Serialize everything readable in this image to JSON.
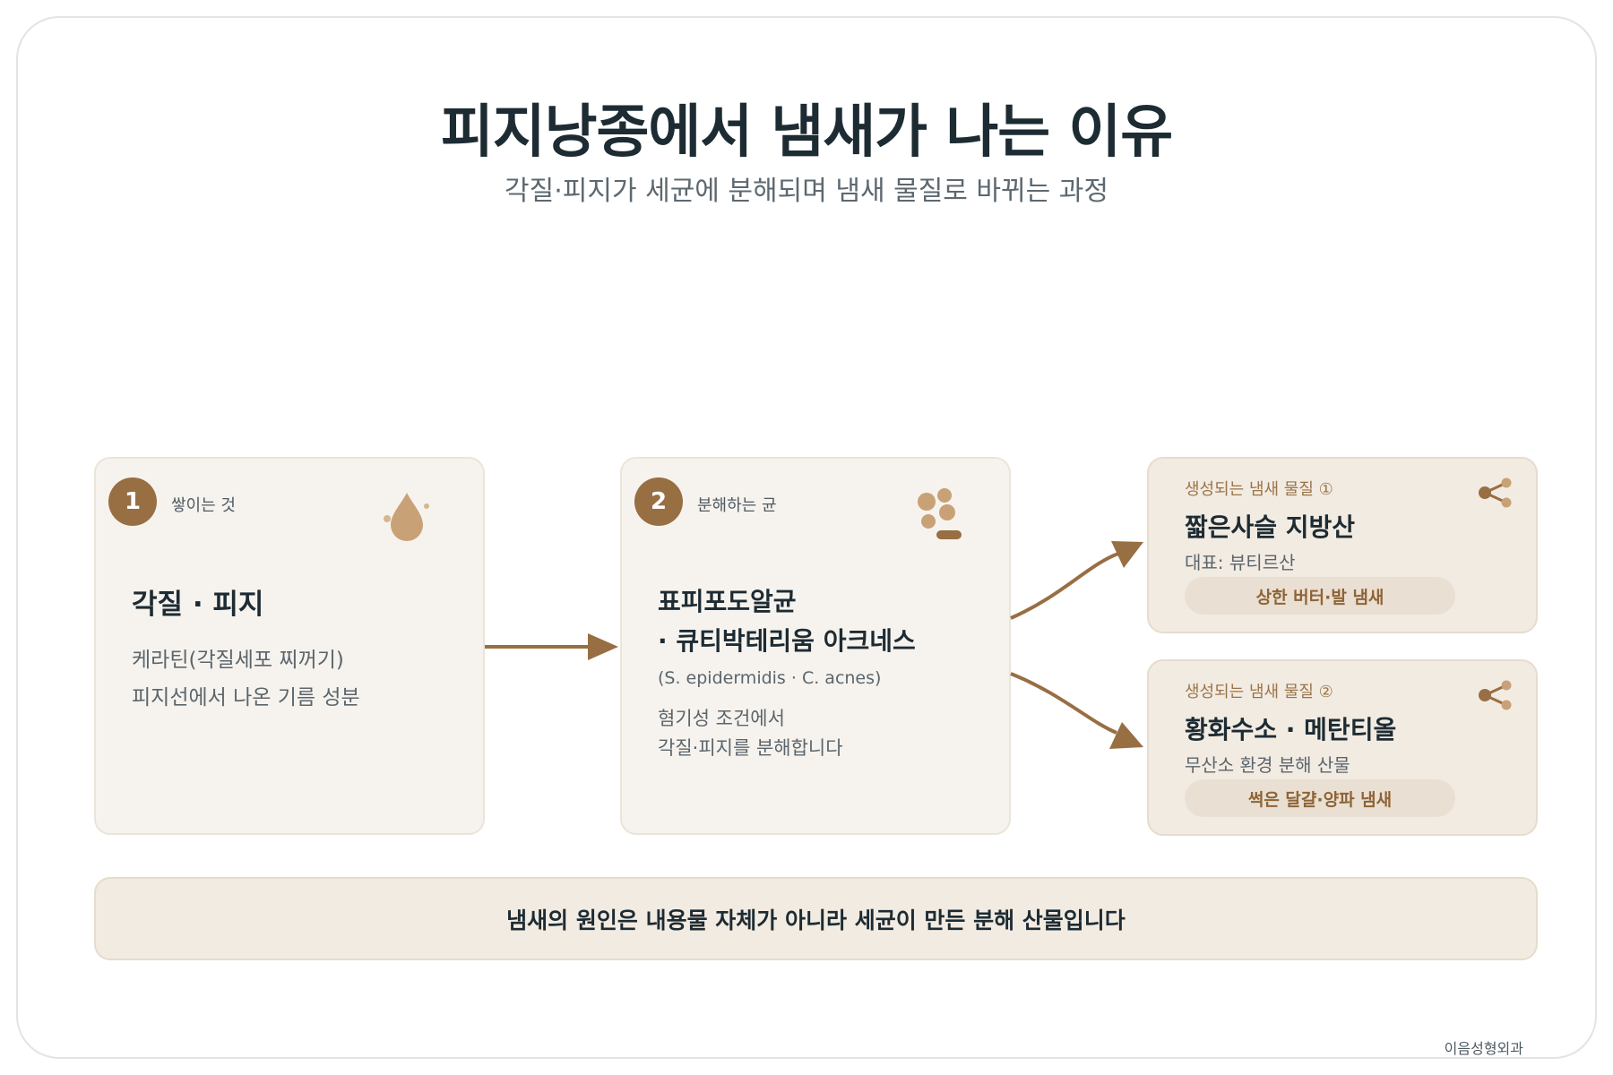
{
  "header": {
    "title": "피지낭종에서 냄새가 나는 이유",
    "subtitle": "각질·피지가 세균에 분해되며 냄새 물질로 바뀌는 과정"
  },
  "step1": {
    "number": "1",
    "label": "쌓이는 것",
    "icon": "droplet-icon",
    "title": "각질 · 피지",
    "lines": [
      "케라틴(각질세포 찌꺼기)",
      "피지선에서 나온 기름 성분"
    ]
  },
  "step2": {
    "number": "2",
    "label": "분해하는 균",
    "icon": "bacteria-icon",
    "title_line1": "표피포도알균",
    "title_line2": "· 큐티박테리움 아크네스",
    "scientific": "(S. epidermidis · C. acnes)",
    "lines": [
      "혐기성 조건에서",
      "각질·피지를 분해합니다"
    ]
  },
  "product1": {
    "label": "생성되는 냄새 물질 ①",
    "title": "짧은사슬 지방산",
    "subtitle": "대표: 뷰티르산",
    "odor": "상한 버터·발 냄새",
    "icon": "share-icon"
  },
  "product2": {
    "label": "생성되는 냄새 물질 ②",
    "title": "황화수소 · 메탄티올",
    "subtitle": "무산소 환경 분해 산물",
    "odor": "썩은 달걀·양파 냄새",
    "icon": "share-icon"
  },
  "banner": {
    "text": "냄새의 원인은 내용물 자체가 아니라 세균이 만든 분해 산물입니다"
  },
  "credit": "이음성형외과",
  "colors": {
    "accent": "#986e43",
    "card_bg": "#f6f3ee",
    "product_bg": "#f2ebe2",
    "pill_bg": "#e9dfd2",
    "title_text": "#1d2b33"
  }
}
